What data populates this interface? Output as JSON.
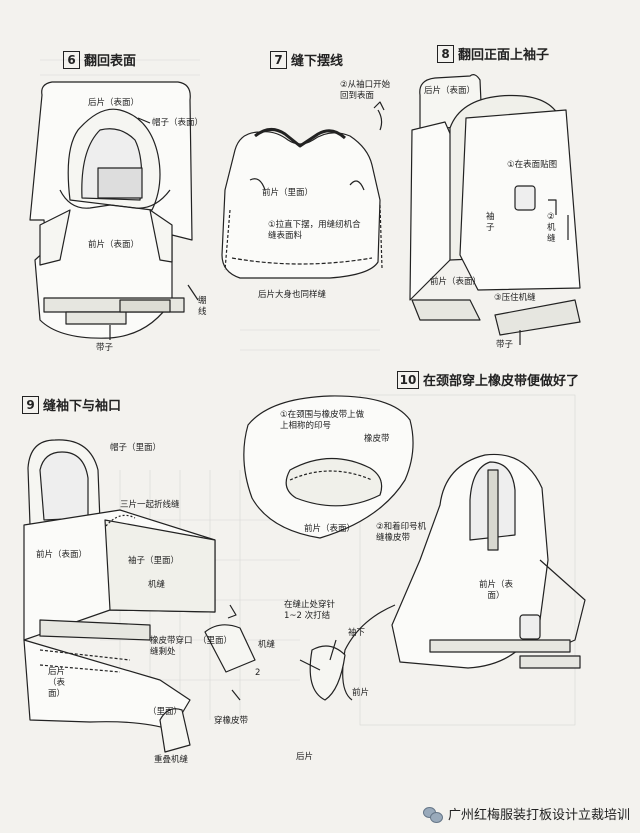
{
  "steps": [
    {
      "num": "6",
      "title": "翻回表面"
    },
    {
      "num": "7",
      "title": "缝下摆线"
    },
    {
      "num": "8",
      "title": "翻回正面上袖子"
    },
    {
      "num": "9",
      "title": "缝袖下与袖口"
    },
    {
      "num": "10",
      "title": "在颈部穿上橡皮带便做好了"
    }
  ],
  "labels": {
    "s6": {
      "back": "后片（表面）",
      "hood": "帽子（表面）",
      "front": "前片（表面）",
      "baste": "绷线",
      "strap": "带子"
    },
    "s7": {
      "from_cuff": "②从袖口开始回到表面",
      "front_wrong": "前片（里面）",
      "pull": "①拉直下摆，用缝纫机合缝表面料",
      "back_same": "后片大身也同样缝"
    },
    "s8": {
      "back": "后片（表面）",
      "applique": "①在表面贴图",
      "sleeve_seam": "袖子",
      "sleeve_side": "②机缝",
      "front": "前片（表面）",
      "press": "③压住机缝",
      "strap": "带子"
    },
    "s9": {
      "hood_wrong": "帽子（里面）",
      "three_fold": "三片一起折线缝",
      "front_face": "前片（表面）",
      "sleeve_wrong": "袖子（里面）",
      "machine": "机缝",
      "back_face": "后片（表面）",
      "elastic_out": "橡皮带穿口缝剩处",
      "inner": "（里面）",
      "machine2": "机缝",
      "num2": "2",
      "thread_elastic": "穿橡皮带",
      "inside": "（里面）",
      "overlap": "重叠机缝"
    },
    "s10": {
      "mark": "①在颈围与橡皮带上做上相称的印号",
      "elastic": "橡皮带",
      "front_face": "前片（表面）",
      "sew_mark": "②和着印号机缝橡皮带",
      "stop": "在缝止处穿针 1~2 次打结",
      "under": "袖下",
      "front": "前片",
      "back": "后片",
      "front_big": "前片（表面）"
    }
  },
  "watermark": "广州红梅服装打板设计立裁培训"
}
